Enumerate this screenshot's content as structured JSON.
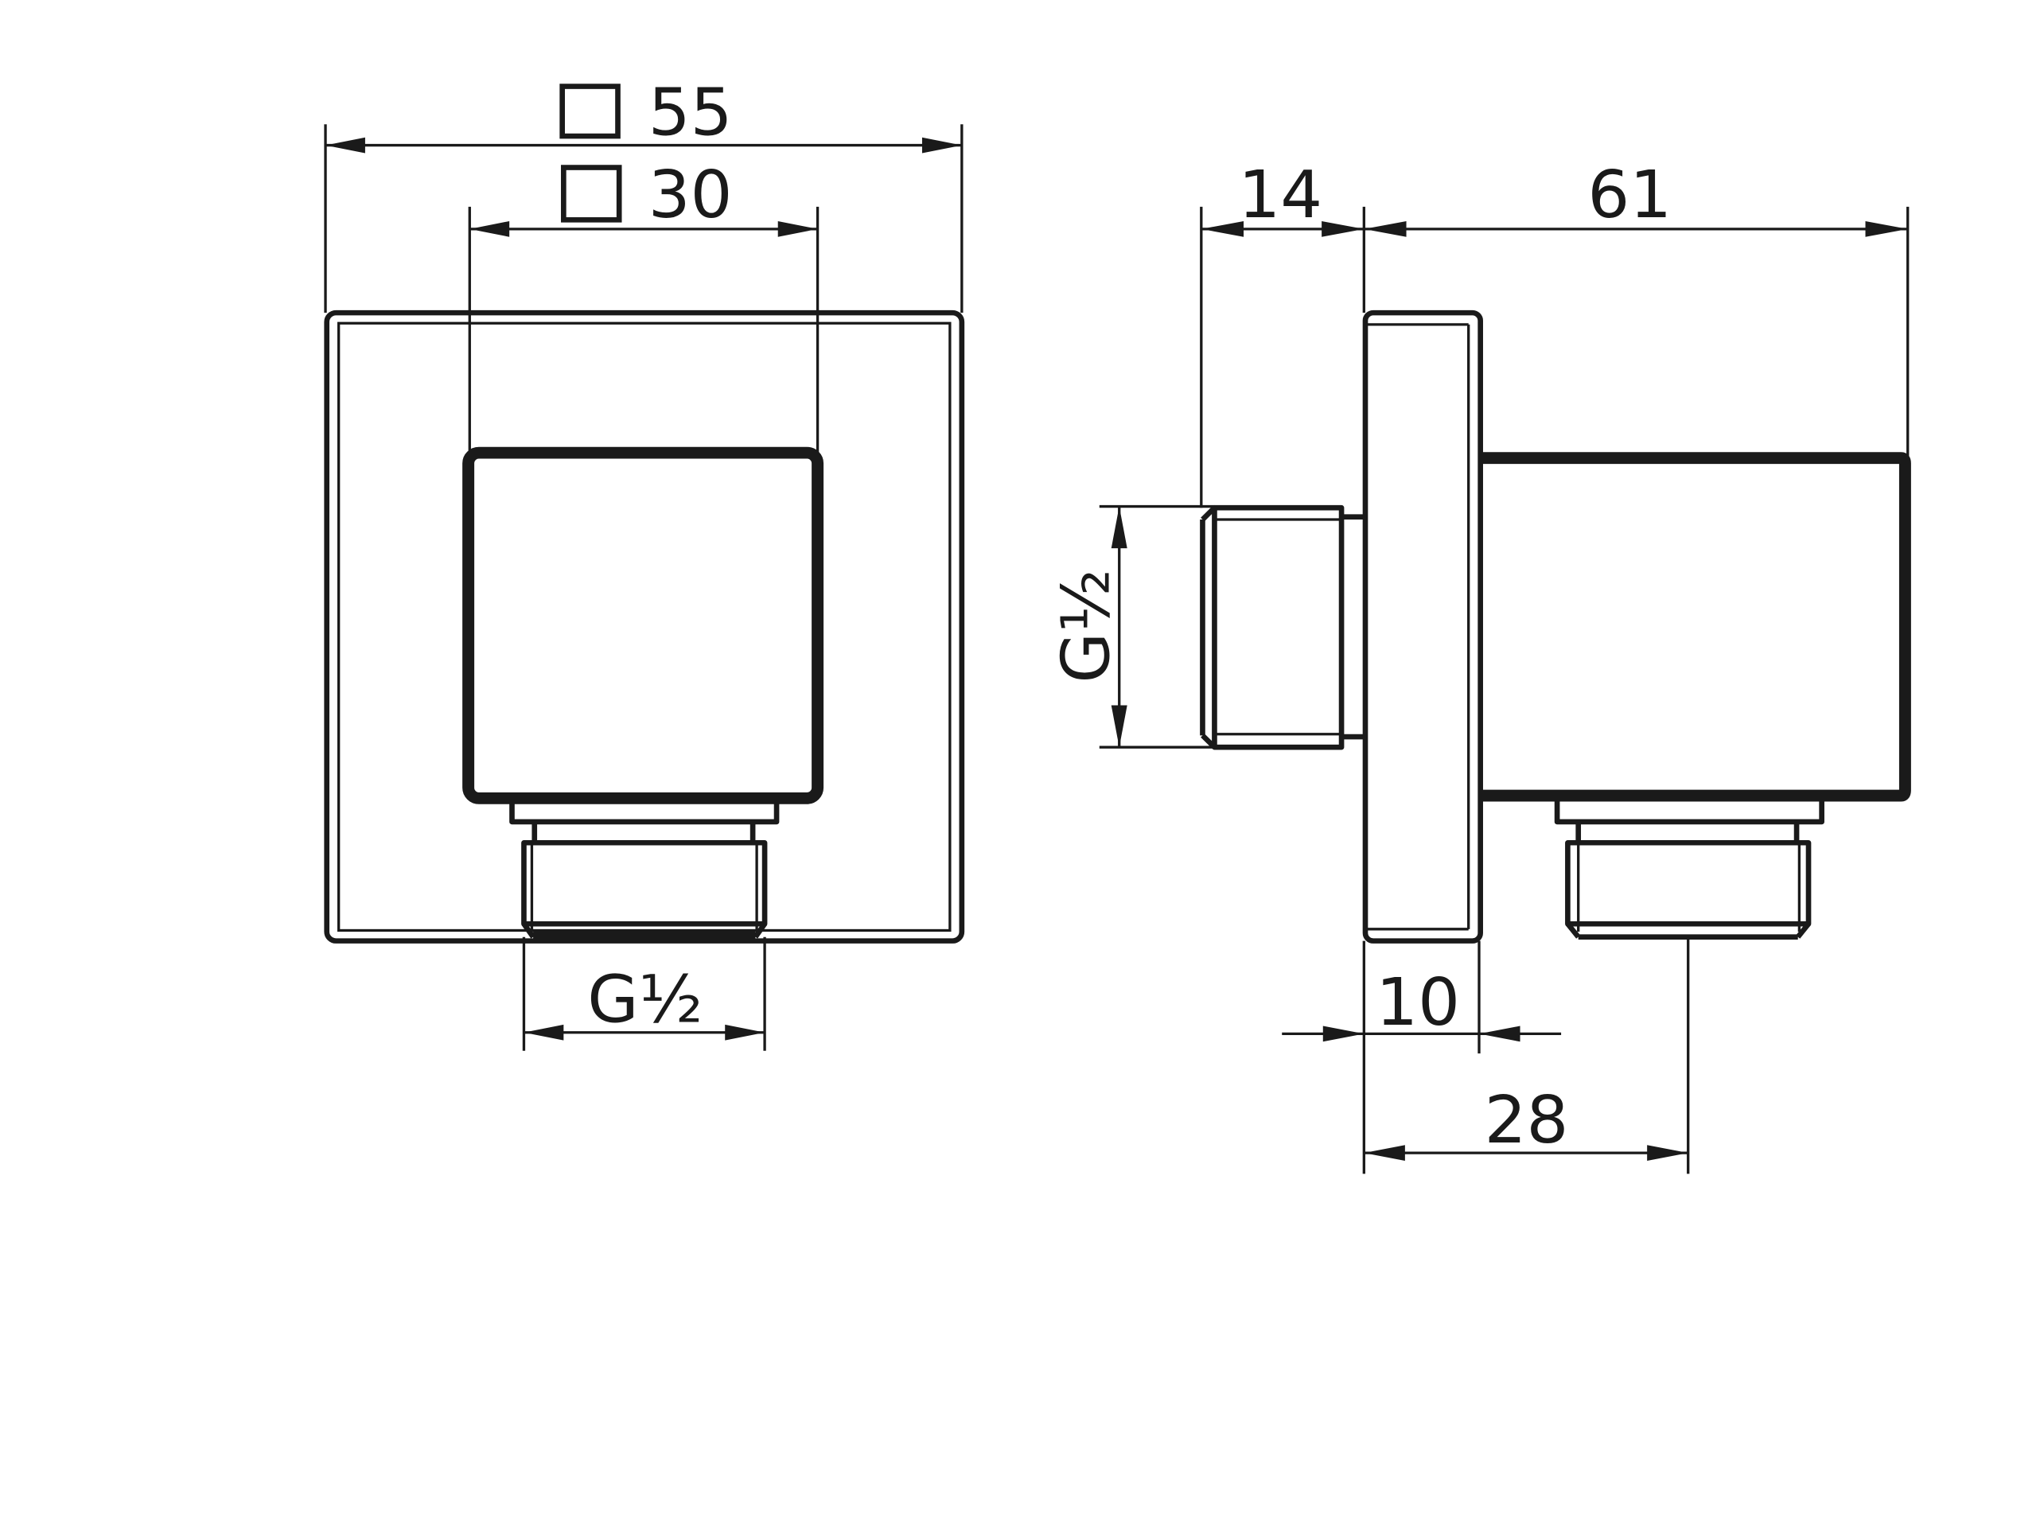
{
  "drawing": {
    "type": "technical-dimension-drawing",
    "views": [
      "front-view",
      "side-view"
    ],
    "line_color": "#1a1a1a",
    "background": "#ffffff"
  },
  "front_view": {
    "dimensions": {
      "outer_square": {
        "symbol": "square",
        "value": "55"
      },
      "inner_square": {
        "symbol": "square",
        "value": "30"
      },
      "outlet_thread": {
        "value": "G½"
      }
    }
  },
  "side_view": {
    "dimensions": {
      "inlet_length": {
        "value": "14"
      },
      "body_depth": {
        "value": "61"
      },
      "inlet_thread": {
        "value": "G½"
      },
      "plate_thickness": {
        "value": "10"
      },
      "outlet_offset": {
        "value": "28"
      }
    }
  }
}
